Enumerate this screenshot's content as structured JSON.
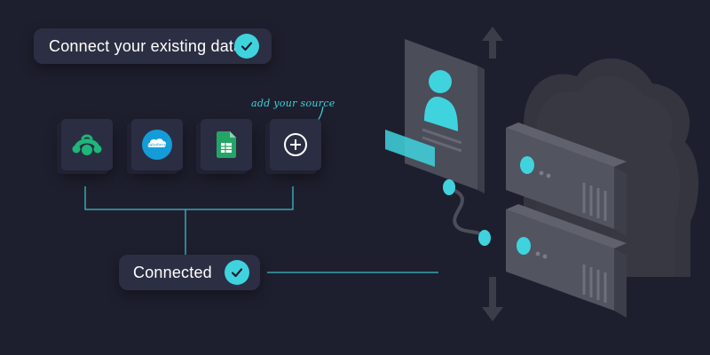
{
  "headline": {
    "label": "Connect your existing data",
    "status_icon": "check-circle-icon"
  },
  "sources": [
    {
      "name": "surveymonkey-icon"
    },
    {
      "name": "salesforce-icon",
      "logo_text": "salesforce"
    },
    {
      "name": "google-sheets-icon"
    },
    {
      "name": "add-source-icon"
    }
  ],
  "add_source": {
    "hint": "add your source"
  },
  "status": {
    "label": "Connected",
    "status_icon": "check-circle-icon"
  },
  "colors": {
    "background": "#1e1f2e",
    "panel": "#2c2f43",
    "accent": "#3fd3de",
    "surveymonkey": "#1fb67a",
    "salesforce": "#139cd8",
    "sheets": "#23a566"
  }
}
